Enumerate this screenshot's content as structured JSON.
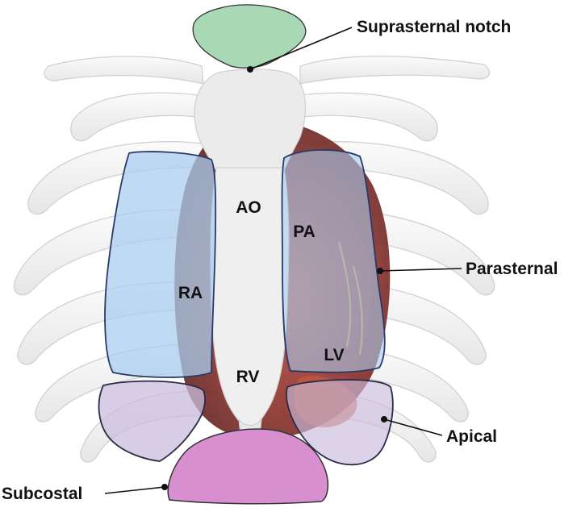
{
  "diagram": {
    "chambers": {
      "ao": "AO",
      "pa": "PA",
      "ra": "RA",
      "rv": "RV",
      "lv": "LV"
    },
    "windows": {
      "suprasternal": "Suprasternal notch",
      "parasternal": "Parasternal",
      "apical": "Apical",
      "subcostal": "Subcostal"
    },
    "colors": {
      "suprasternal_fill": "#a8d8b4",
      "parasternal_fill": "#a9cdee",
      "parasternal_stroke": "#2a3a66",
      "apical_fill": "#c9bcdc",
      "subcostal_fill": "#d78fd0",
      "rib_fill": "#f2f2f2",
      "heart_red": "#9a3a33",
      "label_text": "#111111"
    }
  }
}
